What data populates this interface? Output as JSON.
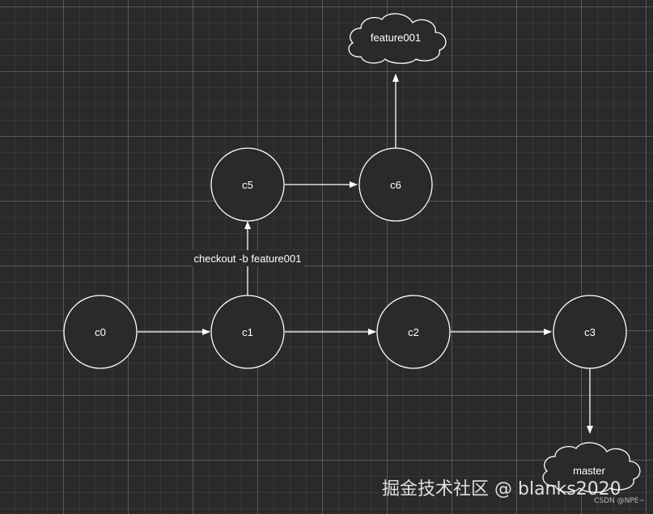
{
  "nodes": {
    "c0": "c0",
    "c1": "c1",
    "c2": "c2",
    "c3": "c3",
    "c5": "c5",
    "c6": "c6"
  },
  "branches": {
    "feature": "feature001",
    "master": "master"
  },
  "edge_label": "checkout -b feature001",
  "watermark": {
    "main": "掘金技术社区 @ blanks2020",
    "small": "CSDN @NPE~"
  },
  "colors": {
    "background": "#2a2a2a",
    "stroke": "#ffffff",
    "text": "#ffffff"
  }
}
